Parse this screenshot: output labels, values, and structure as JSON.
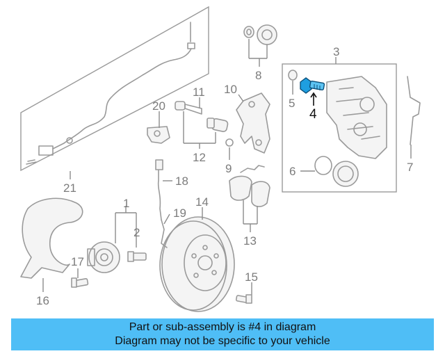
{
  "diagram": {
    "callouts": {
      "c1": "1",
      "c2": "2",
      "c3": "3",
      "c4": "4",
      "c5": "5",
      "c6": "6",
      "c7": "7",
      "c8": "8",
      "c9": "9",
      "c10": "10",
      "c11": "11",
      "c12": "12",
      "c13": "13",
      "c14": "14",
      "c15": "15",
      "c16": "16",
      "c17": "17",
      "c18": "18",
      "c19": "19",
      "c20": "20",
      "c21": "21"
    },
    "highlighted_part": "4",
    "colors": {
      "highlight_part": "#1e9ee0",
      "line_art": "#9a9a9a",
      "banner": "#4fbef6"
    }
  },
  "banner": {
    "line1": "Part or sub-assembly is #4 in diagram",
    "line2": "Diagram may not be specific to your vehicle"
  }
}
